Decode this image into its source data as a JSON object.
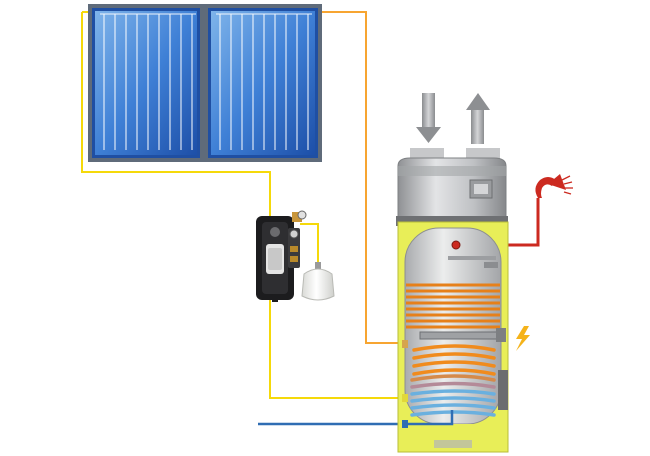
{
  "diagram": {
    "components": [
      {
        "id": "solar-collector-left",
        "kind": "solar-panel"
      },
      {
        "id": "solar-collector-right",
        "kind": "solar-panel"
      },
      {
        "id": "pump-station",
        "kind": "solar-pump-station"
      },
      {
        "id": "expansion-vessel",
        "kind": "expansion-vessel"
      },
      {
        "id": "heat-pump-unit",
        "kind": "heat-pump-head"
      },
      {
        "id": "storage-tank",
        "kind": "hot-water-cylinder"
      },
      {
        "id": "heat-pump-condenser-coil",
        "kind": "heat-exchanger-coil"
      },
      {
        "id": "solar-heat-exchanger-coil",
        "kind": "heat-exchanger-coil"
      },
      {
        "id": "electric-heater",
        "kind": "electric-element"
      },
      {
        "id": "shower-head",
        "kind": "hot-water-outlet"
      }
    ],
    "flows": [
      {
        "id": "air-intake-arrow",
        "direction": "down"
      },
      {
        "id": "air-exhaust-arrow",
        "direction": "up"
      },
      {
        "id": "solar-flow-pipe",
        "color": "#f7a531"
      },
      {
        "id": "solar-return-pipe",
        "color": "#f5d90a"
      },
      {
        "id": "hot-water-pipe",
        "color": "#cc2a20"
      },
      {
        "id": "cold-water-pipe",
        "color": "#2f6db3"
      }
    ],
    "colors": {
      "panel_blue": "#2a67c4",
      "tank_yellow": "#e8ee58",
      "coil_orange": "#f08b1d",
      "coil_blue": "#6ab0df",
      "lightning": "#f5b31a"
    }
  }
}
